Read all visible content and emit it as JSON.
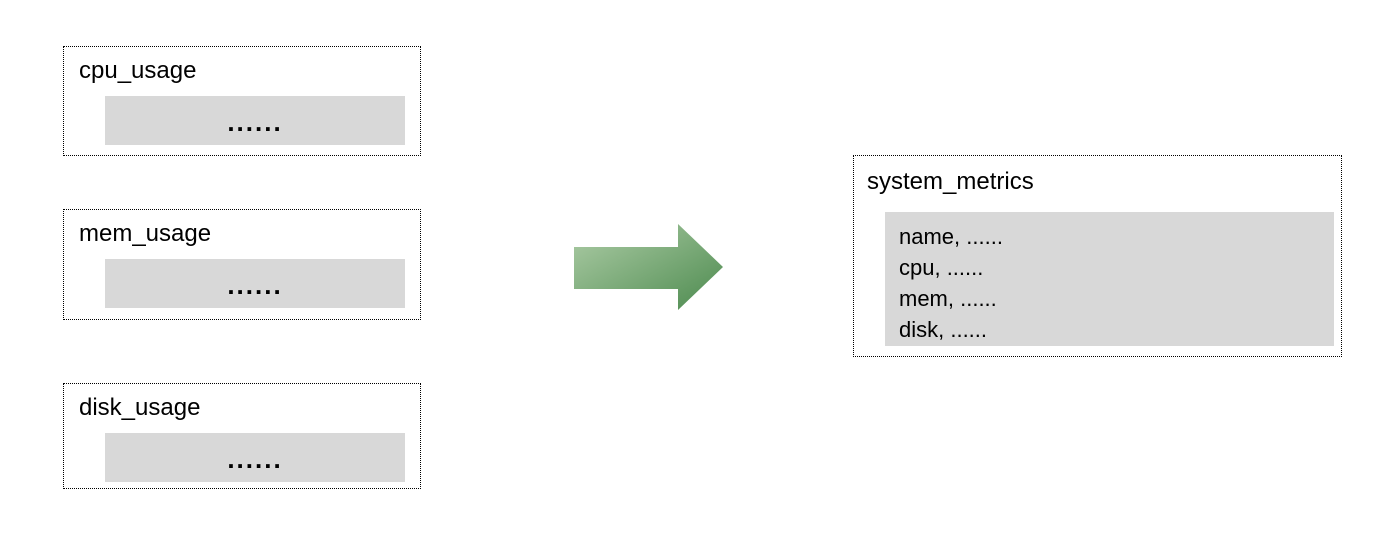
{
  "sources": [
    {
      "title": "cpu_usage",
      "placeholder": "......"
    },
    {
      "title": "mem_usage",
      "placeholder": "......"
    },
    {
      "title": "disk_usage",
      "placeholder": "......"
    }
  ],
  "target": {
    "title": "system_metrics",
    "fields": [
      "name, ......",
      "cpu, ......",
      "mem, ......",
      "disk, ......"
    ]
  },
  "arrow": {
    "direction": "right",
    "gradient_start": "#aecda7",
    "gradient_end": "#4c8a4e"
  },
  "colors": {
    "panel_fill": "#d8d8d8",
    "border": "#000000",
    "background": "#ffffff"
  }
}
